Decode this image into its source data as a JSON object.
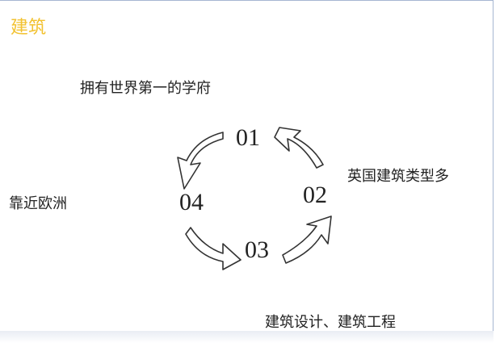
{
  "title": "建筑",
  "labels": {
    "top": "拥有世界第一的学府",
    "right": "英国建筑类型多",
    "left": "靠近欧洲",
    "bottom": "建筑设计、建筑工程"
  },
  "cycle": {
    "step1": "01",
    "step2": "02",
    "step3": "03",
    "step4": "04"
  },
  "colors": {
    "title": "#f2c231",
    "border": "#a6b6d2",
    "arrow_stroke": "#333333"
  }
}
